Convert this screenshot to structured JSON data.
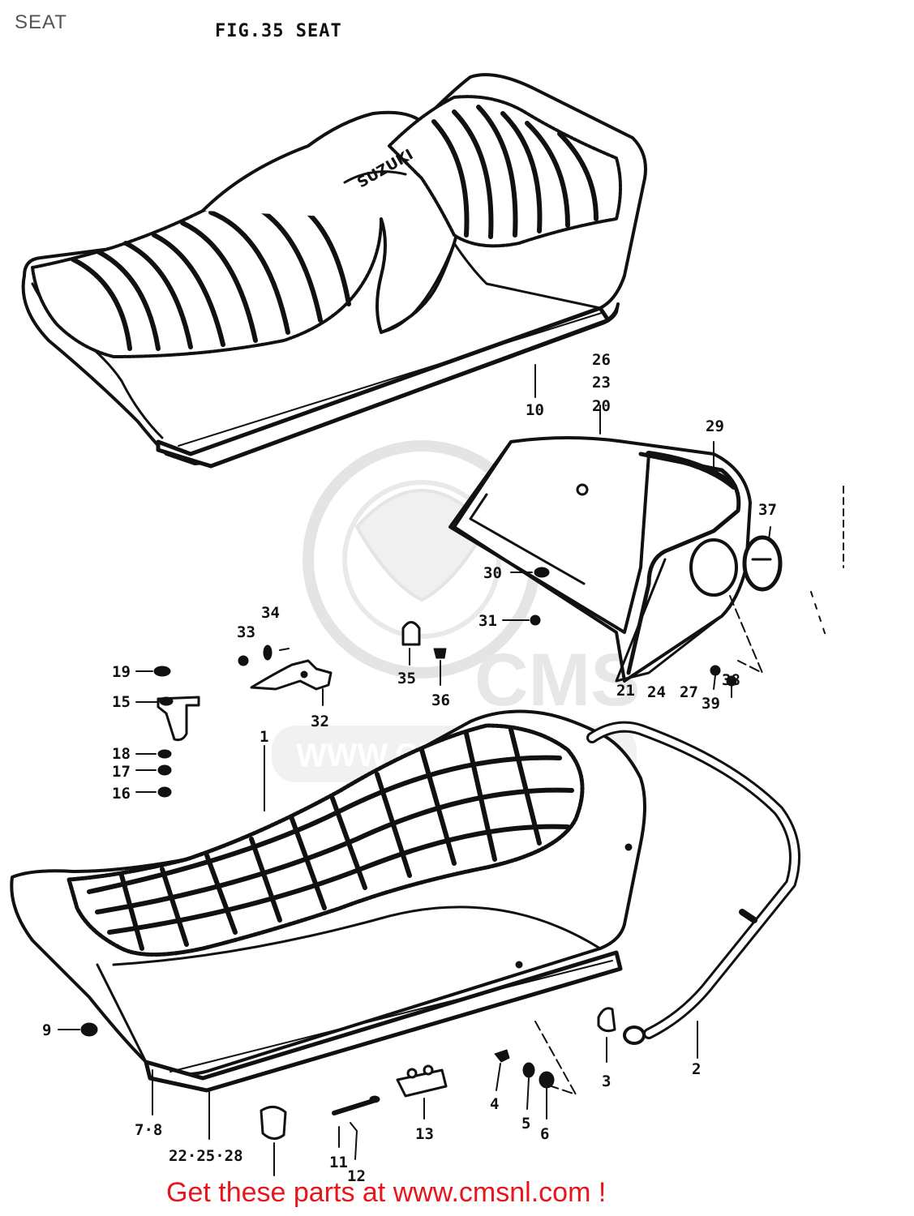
{
  "header": {
    "page_title": "SEAT",
    "figure_title": "FIG.35  SEAT"
  },
  "watermark": {
    "logo_text": "CMS",
    "url_text": "WWW.CMSNL.COM"
  },
  "seat_brand": "SUZUKI",
  "labels": {
    "p10": "10",
    "p26": "26",
    "p23": "23",
    "p20": "20",
    "p29": "29",
    "p37": "37",
    "p30": "30",
    "p31": "31",
    "p34": "34",
    "p33": "33",
    "p35": "35",
    "p36": "36",
    "p32": "32",
    "p19": "19",
    "p15": "15",
    "p18": "18",
    "p17": "17",
    "p16": "16",
    "p39": "39",
    "p38": "38",
    "p21": "21",
    "p24": "24",
    "p27": "27",
    "p1": "1",
    "p9": "9",
    "p2": "2",
    "p3": "3",
    "p4": "4",
    "p5": "5",
    "p6": "6",
    "p13": "13",
    "p11": "11",
    "p12": "12",
    "p78": "7·8",
    "p222528": "22·25·28"
  },
  "footer": {
    "text": "Get these parts at www.cmsnl.com !"
  },
  "colors": {
    "footer": "#e8151b",
    "line": "#111111",
    "watermark": "#d8d8d8"
  }
}
